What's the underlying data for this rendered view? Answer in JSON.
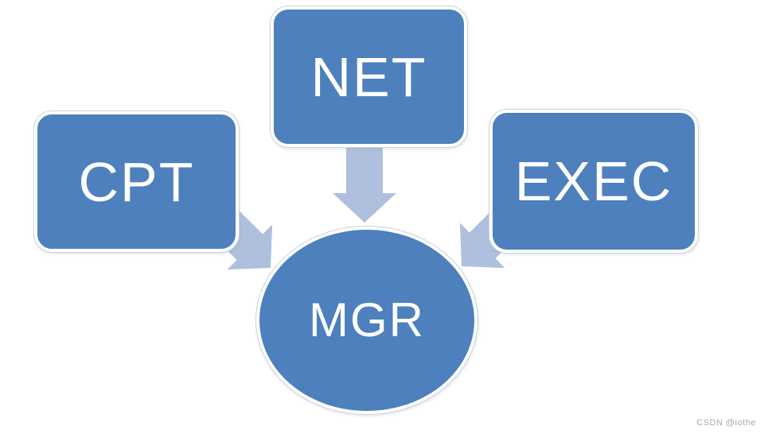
{
  "diagram": {
    "type": "converging-arrows",
    "nodes": [
      {
        "id": "cpt",
        "label": "CPT",
        "shape": "rounded-rectangle",
        "position": "middle-left"
      },
      {
        "id": "net",
        "label": "NET",
        "shape": "rounded-rectangle",
        "position": "top-center"
      },
      {
        "id": "exec",
        "label": "EXEC",
        "shape": "rounded-rectangle",
        "position": "middle-right"
      },
      {
        "id": "mgr",
        "label": "MGR",
        "shape": "ellipse",
        "position": "bottom-center"
      }
    ],
    "edges": [
      {
        "from": "CPT",
        "to": "MGR",
        "direction": "down-right"
      },
      {
        "from": "NET",
        "to": "MGR",
        "direction": "down"
      },
      {
        "from": "EXEC",
        "to": "MGR",
        "direction": "down-left"
      }
    ],
    "colors": {
      "node_fill": "#4d80bd",
      "node_text": "#ffffff",
      "arrow_fill": "#aec0dd",
      "background": "#ffffff",
      "watermark": "#aaaaaa"
    }
  },
  "watermark": {
    "text": "CSDN @iothe"
  }
}
